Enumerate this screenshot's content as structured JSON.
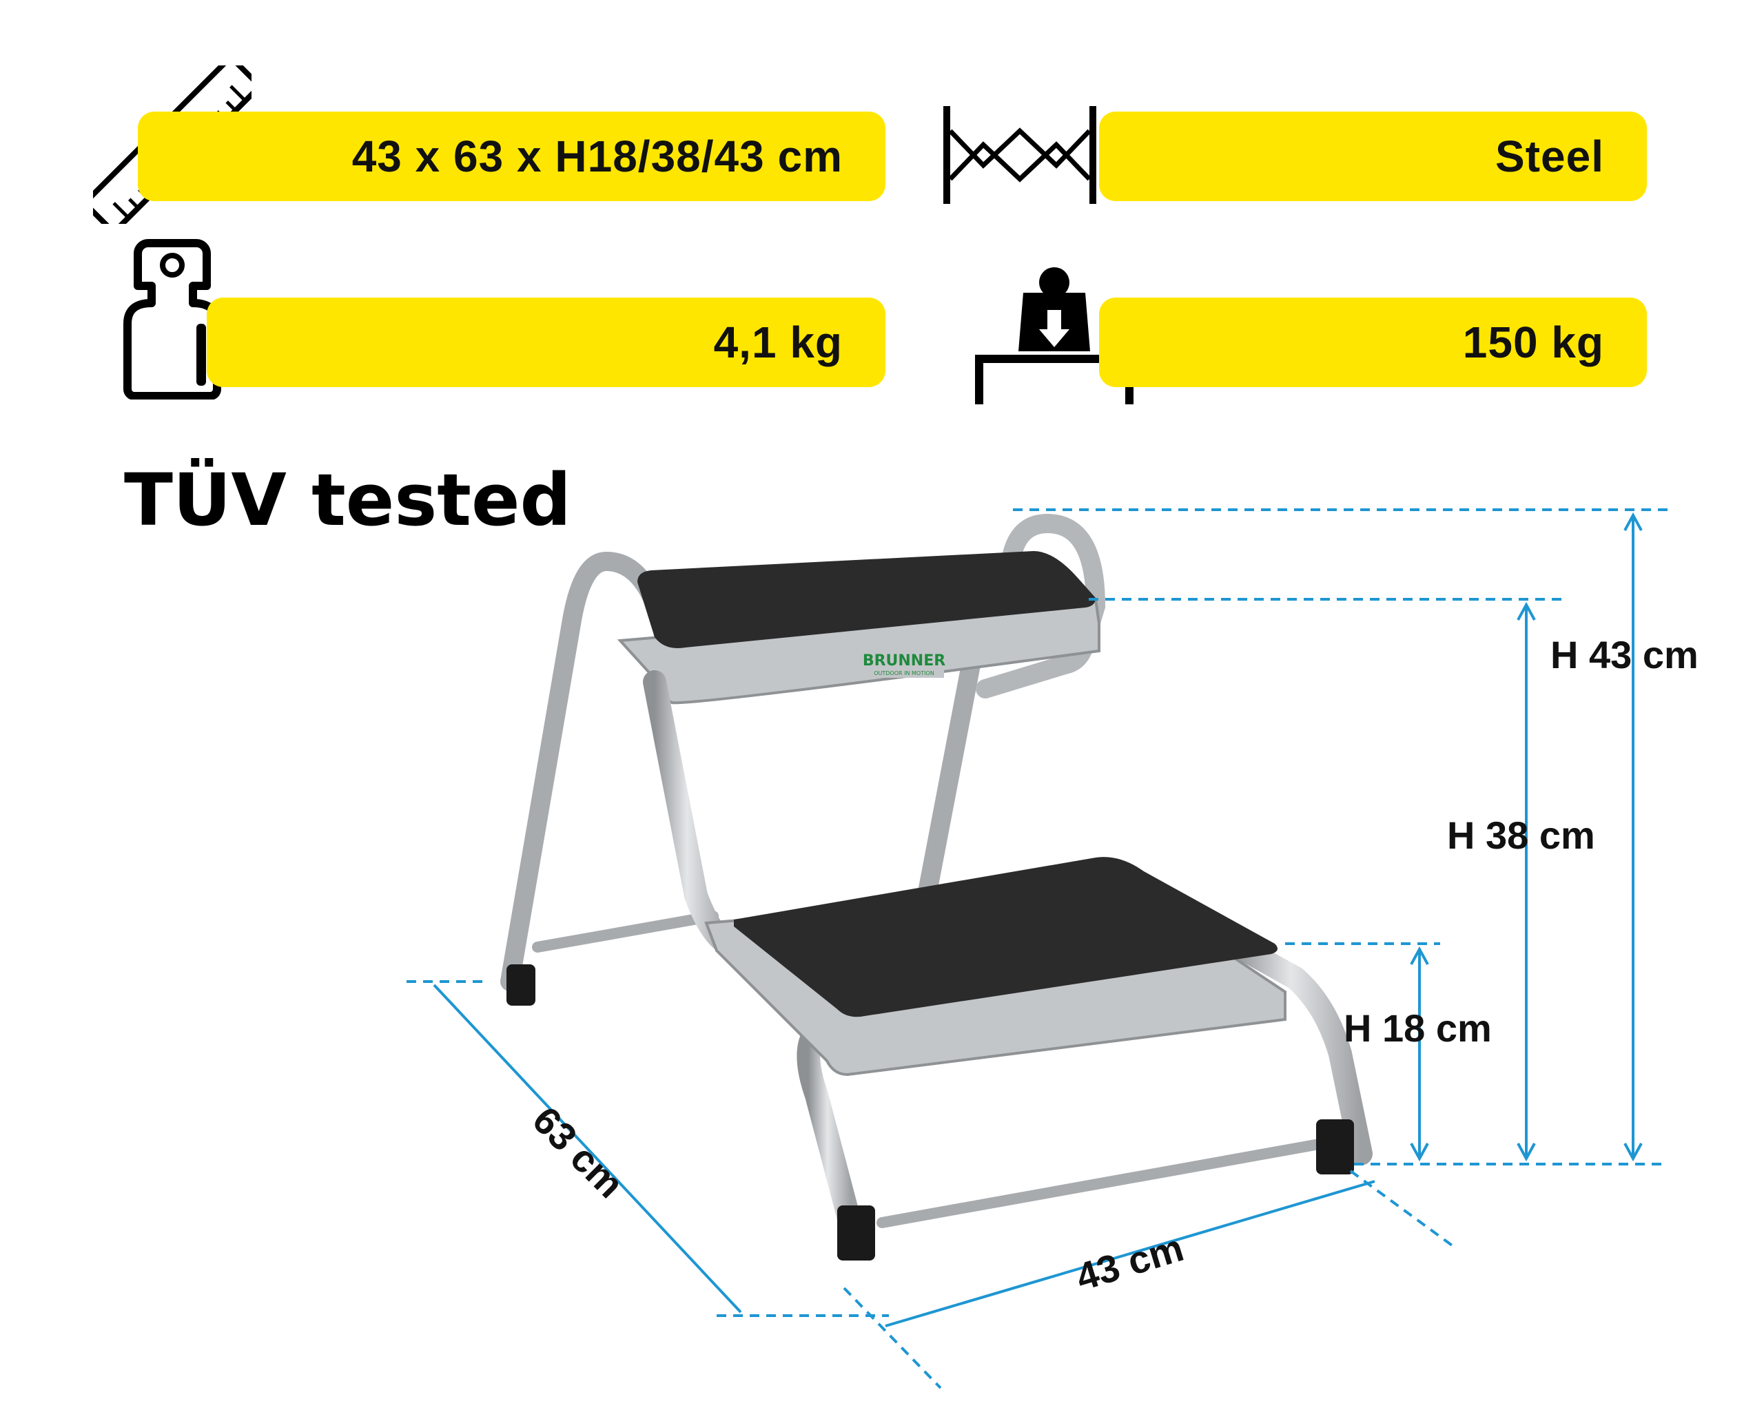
{
  "specs": {
    "dimensions": {
      "value": "43 x 63 x H18/38/43 cm",
      "icon": "ruler-icon"
    },
    "material": {
      "value": "Steel",
      "icon": "steel-frame-icon"
    },
    "weight": {
      "value": "4,1 kg",
      "icon": "weight-icon"
    },
    "max_load": {
      "value": "150 kg",
      "icon": "load-capacity-icon"
    }
  },
  "certification": "TÜV tested",
  "brand": {
    "logo_text": "BRUNNER",
    "tagline": "OUTDOOR IN MOTION"
  },
  "dimension_labels": {
    "height_top": "H 43 cm",
    "height_upper_step": "H 38 cm",
    "height_lower_step": "H 18 cm",
    "depth": "63 cm",
    "width": "43 cm"
  },
  "colors": {
    "accent": "#ffe600",
    "dimension_lines": "#1e96d2",
    "frame": "#b9bcbf",
    "tread": "#2b2b2b",
    "logo": "#1e8a3c"
  }
}
